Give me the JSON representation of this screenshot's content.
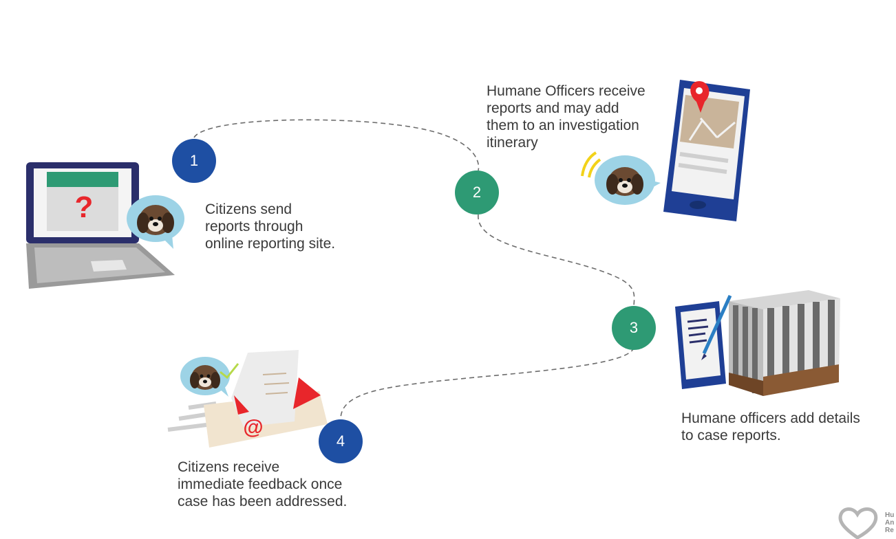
{
  "steps": [
    {
      "number": "1",
      "text": "Citizens send\nreports through\nonline reporting site.",
      "color": "#1e4fa3"
    },
    {
      "number": "2",
      "text": "Humane Officers receive\nreports and may add\nthem to an investigation\nitinerary",
      "color": "#2e9a74"
    },
    {
      "number": "3",
      "text": "Humane officers add details\nto case reports.",
      "color": "#2e9a74"
    },
    {
      "number": "4",
      "text": "Citizens receive\nimmediate feedback once\ncase has been addressed.",
      "color": "#1e4fa3"
    }
  ],
  "icons": {
    "laptop": "laptop-question-icon",
    "phone": "phone-map-pin-icon",
    "cage": "tablet-cage-icon",
    "email": "email-envelope-icon",
    "dog": "dog-speech-bubble-icon",
    "logo": "heart-logo-icon"
  },
  "logo_text": "Hu\nAn\nRe",
  "colors": {
    "blue": "#1e4fa3",
    "green": "#2e9a74",
    "red": "#e8262b",
    "bubble": "#9dd3e6",
    "dark_navy": "#2b2f6b",
    "phone_blue": "#1f3f95"
  }
}
